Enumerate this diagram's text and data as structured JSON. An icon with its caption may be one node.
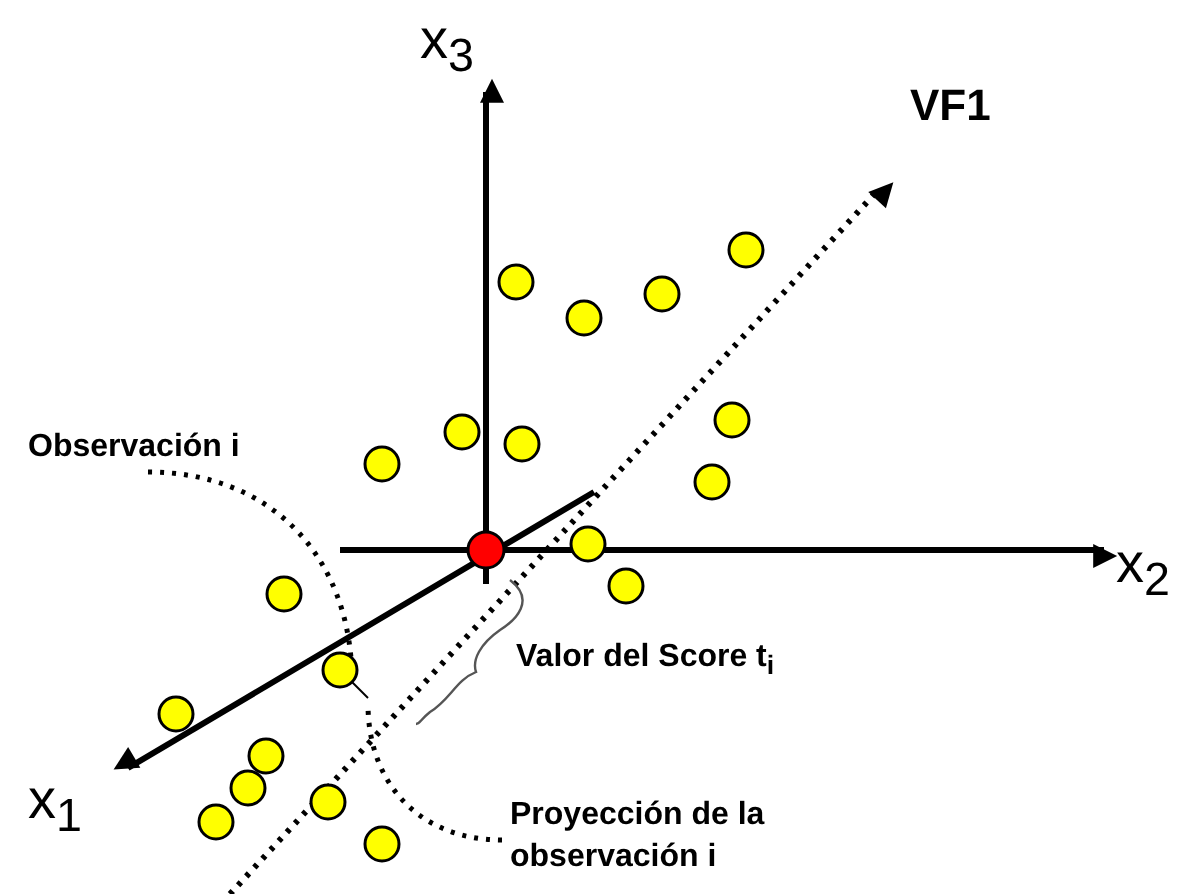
{
  "diagram": {
    "nodes": [
      {
        "text": [
          "Observación i"
        ]
      },
      {
        "text": [],
        "shape": "circle"
      },
      {
        "text": [],
        "shape": "circle"
      },
      {
        "text": [],
        "shape": "circle"
      },
      {
        "text": [],
        "shape": "circle"
      },
      {
        "text": [],
        "shape": "circle"
      },
      {
        "text": [],
        "shape": "circle"
      },
      {
        "text": [],
        "shape": "circle"
      },
      {
        "text": [],
        "shape": "circle"
      },
      {
        "text": [],
        "shape": "circle"
      },
      {
        "text": [],
        "shape": "circle"
      },
      {
        "text": [],
        "shape": "circle"
      },
      {
        "text": [],
        "shape": "circle"
      },
      {
        "text": [],
        "shape": "circle"
      },
      {
        "text": [],
        "shape": "circle"
      },
      {
        "text": [],
        "shape": "circle"
      },
      {
        "text": [],
        "shape": "circle"
      },
      {
        "text": [],
        "shape": "circle"
      },
      {
        "text": [],
        "shape": "circle"
      },
      {
        "text": [],
        "shape": "circle"
      },
      {
        "text": [
          "Proyección de la observación i"
        ]
      }
    ],
    "edges": [
      {
        "from": 0,
        "to": 13,
        "arrow": "none",
        "style": "dashed"
      },
      {
        "from": 13,
        "to": null,
        "arrow": "none"
      },
      {
        "from": 20,
        "to": null,
        "arrow": "none",
        "style": "dashed"
      }
    ],
    "labels": [
      "x$_{3}$",
      "VF1",
      "x$_{2}$",
      "x$_{1}$",
      "Valor del Score t$_{i}$"
    ]
  }
}
